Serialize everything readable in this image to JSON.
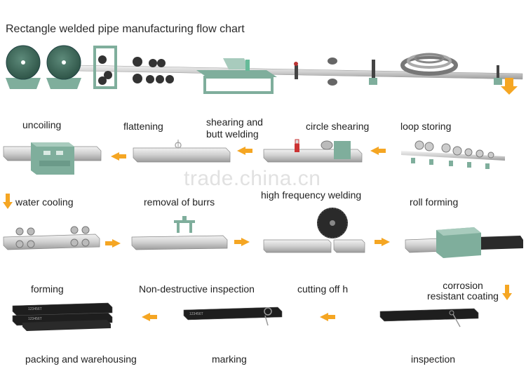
{
  "title": "Rectangle welded pipe manufacturing flow chart",
  "watermark": "trade.china.cn",
  "steps": {
    "uncoiling": "uncoiling",
    "flattening": "flattening",
    "shearing_butt_welding_line1": "shearing and",
    "shearing_butt_welding_line2": "butt welding",
    "circle_shearing": "circle shearing",
    "loop_storing": "loop storing",
    "water_cooling": "water cooling",
    "removal_of_burrs": "removal of burrs",
    "high_frequency_welding": "high frequency welding",
    "roll_forming": "roll forming",
    "forming": "forming",
    "non_destructive_inspection": "Non-destructive inspection",
    "cutting_off": "cutting off h",
    "corrosion_line1": "corrosion",
    "corrosion_line2": "resistant coating",
    "packing": "packing and warehousing",
    "marking": "marking",
    "inspection": "inspection"
  },
  "pipe_marking_text": "123456T",
  "colors": {
    "arrow": "#f5a623",
    "machine_green": "#7fae9c",
    "steel_light": "#d8d8d8",
    "steel_dark": "#1e1e1e"
  }
}
